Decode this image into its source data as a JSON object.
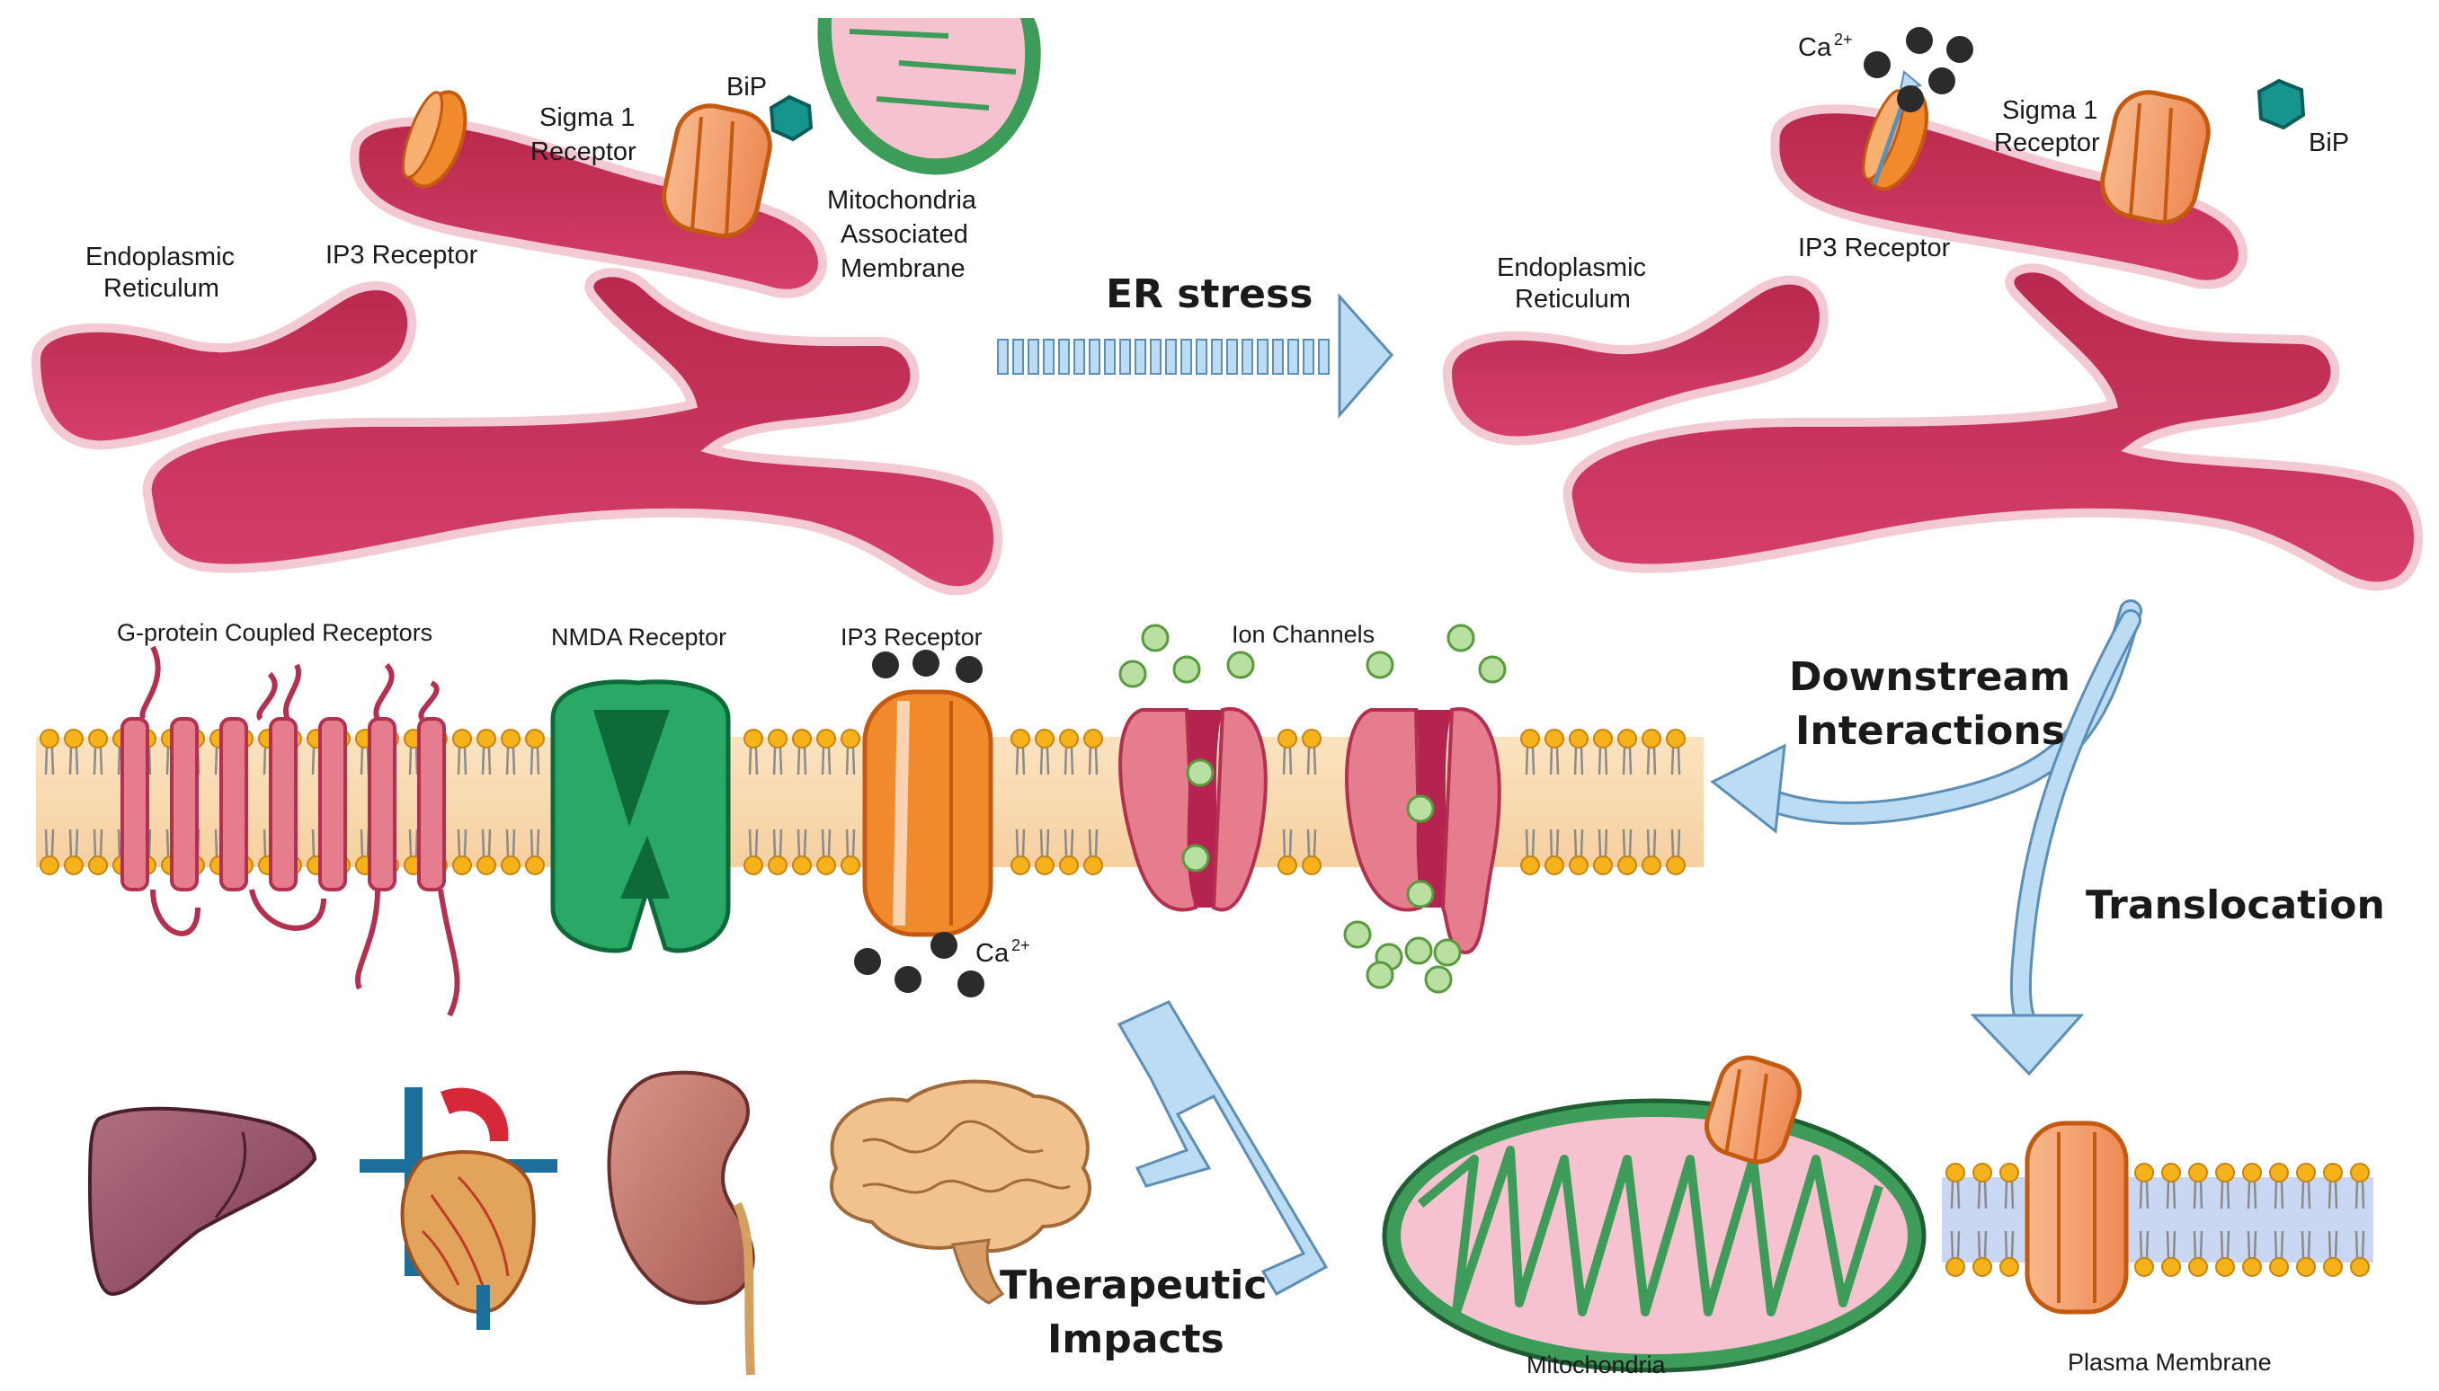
{
  "er_panel_left": {
    "sigma1_label_line1": "Sigma 1",
    "sigma1_label_line2": "Receptor",
    "bip_label": "BiP",
    "ip3_label": "IP3 Receptor",
    "er_label_line1": "Endoplasmic",
    "er_label_line2": "Reticulum",
    "mam_label_line1": "Mitochondria",
    "mam_label_line2": "Associated",
    "mam_label_line3": "Membrane"
  },
  "er_stress": {
    "label": "ER stress"
  },
  "er_panel_right": {
    "calcium_label": "Ca",
    "calcium_charge": "2+",
    "sigma1_label_line1": "Sigma 1",
    "sigma1_label_line2": "Receptor",
    "bip_label": "BiP",
    "ip3_label": "IP3 Receptor",
    "er_label_line1": "Endoplasmic",
    "er_label_line2": "Reticulum"
  },
  "membrane": {
    "gpcr_label": "G-protein Coupled Receptors",
    "nmda_label": "NMDA Receptor",
    "ip3_label": "IP3 Receptor",
    "ion_channels_label": "Ion Channels",
    "calcium_label": "Ca",
    "calcium_charge": "2+"
  },
  "pathways": {
    "downstream_line1": "Downstream",
    "downstream_line2": "Interactions",
    "translocation": "Translocation",
    "therapeutic_line1": "Therapeutic",
    "therapeutic_line2": "Impacts"
  },
  "targets": {
    "mitochondria_label": "Mitochondria",
    "plasma_membrane_label": "Plasma Membrane"
  },
  "colors": {
    "er_red": "#c8315a",
    "er_pink": "#f3c9d3",
    "receptor_orange": "#f5a06e",
    "ip3_orange": "#f08a2c",
    "bip_teal": "#16958f",
    "nmda_green": "#2aa866",
    "lipid_head": "#f5b21a",
    "arrow_blue": "#bcdcf3",
    "ion_green": "#b9e0a2"
  }
}
